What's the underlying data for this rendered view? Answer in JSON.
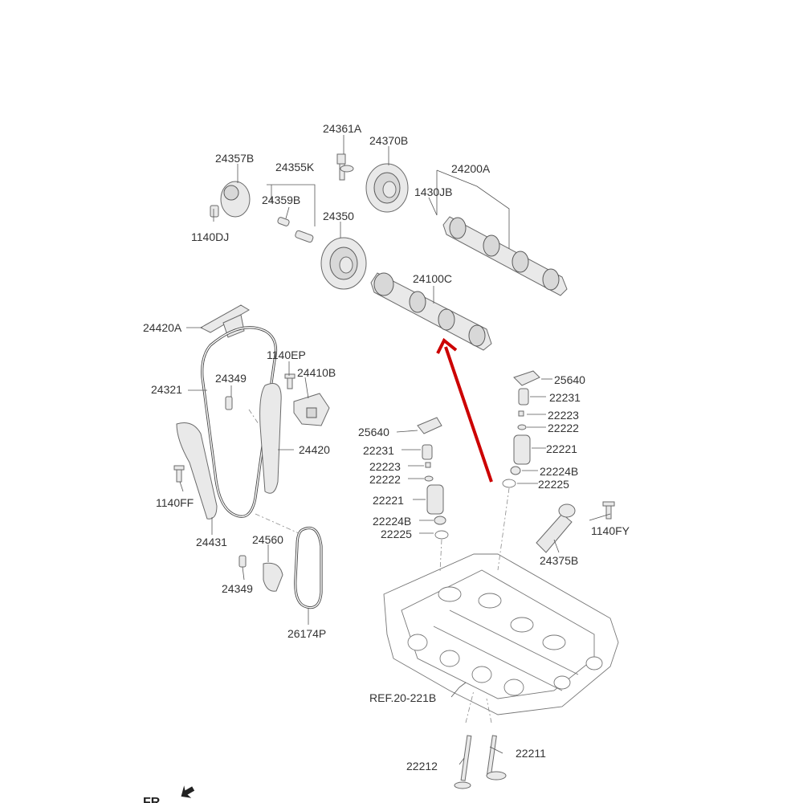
{
  "parts": {
    "p24361A": "24361A",
    "p24370B": "24370B",
    "p24357B": "24357B",
    "p24355K": "24355K",
    "p24200A": "24200A",
    "p1430JB": "1430JB",
    "p24359B": "24359B",
    "p24350": "24350",
    "p1140DJ": "1140DJ",
    "p24100C": "24100C",
    "p24420A": "24420A",
    "p1140EP": "1140EP",
    "p24349_top": "24349",
    "p24410B": "24410B",
    "p24321": "24321",
    "p24420": "24420",
    "p1140FF": "1140FF",
    "p24431": "24431",
    "p24560": "24560",
    "p24349_bottom": "24349",
    "p26174P": "26174P",
    "p25640_right": "25640",
    "p22231_right": "22231",
    "p22223_right": "22223",
    "p22222_right": "22222",
    "p22221_right": "22221",
    "p22224B_right": "22224B",
    "p22225_right": "22225",
    "p25640_left": "25640",
    "p22231_left": "22231",
    "p22223_left": "22223",
    "p22222_left": "22222",
    "p22221_left": "22221",
    "p22224B_left": "22224B",
    "p22225_left": "22225",
    "p1140FY": "1140FY",
    "p24375B": "24375B",
    "ref": "REF.20-221B",
    "p22212": "22212",
    "p22211": "22211"
  },
  "direction_label": "FR",
  "colors": {
    "highlight_arrow": "#cc0000",
    "line": "#555555",
    "part_fill": "#e9e9e9"
  }
}
